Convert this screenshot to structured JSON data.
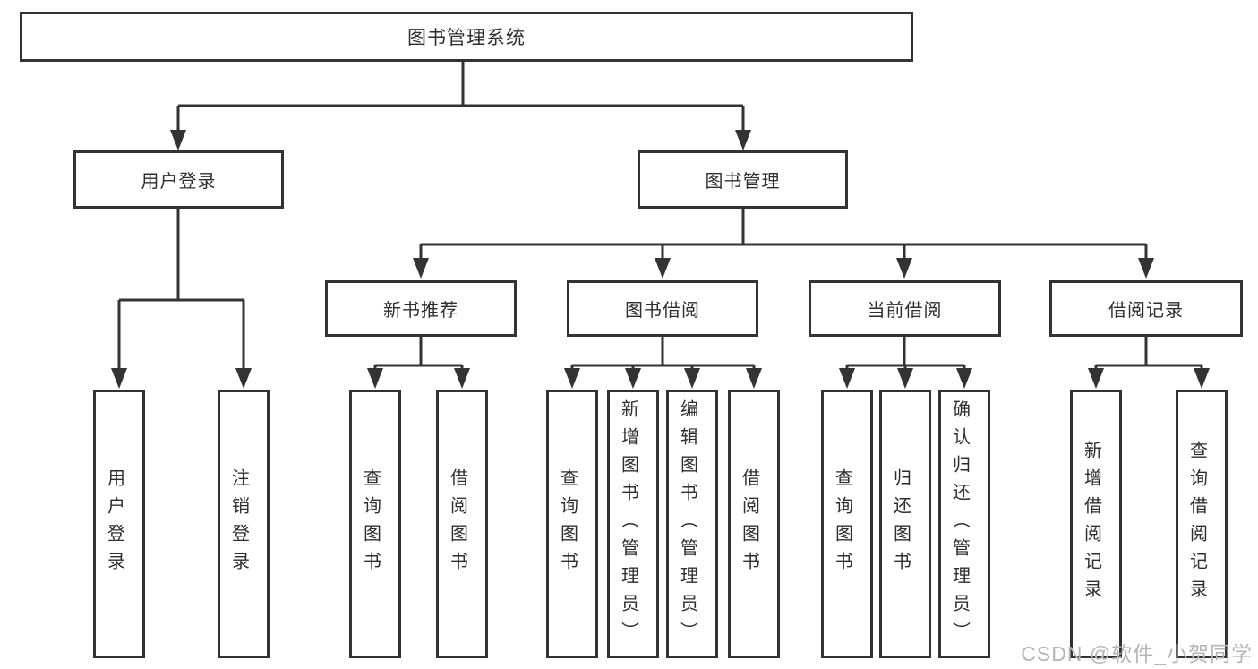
{
  "root": {
    "label": "图书管理系统"
  },
  "level2": [
    {
      "label": "用户登录"
    },
    {
      "label": "图书管理"
    }
  ],
  "level3": [
    {
      "label": "新书推荐"
    },
    {
      "label": "图书借阅"
    },
    {
      "label": "当前借阅"
    },
    {
      "label": "借阅记录"
    }
  ],
  "leaves": [
    {
      "group": "用户登录",
      "label": "用户登录"
    },
    {
      "group": "用户登录",
      "label": "注销登录"
    },
    {
      "group": "新书推荐",
      "label": "查询图书"
    },
    {
      "group": "新书推荐",
      "label": "借阅图书"
    },
    {
      "group": "图书借阅",
      "label": "查询图书"
    },
    {
      "group": "图书借阅",
      "label": "新增图书（管理员）"
    },
    {
      "group": "图书借阅",
      "label": "编辑图书（管理员）"
    },
    {
      "group": "图书借阅",
      "label": "借阅图书"
    },
    {
      "group": "当前借阅",
      "label": "查询图书"
    },
    {
      "group": "当前借阅",
      "label": "归还图书"
    },
    {
      "group": "当前借阅",
      "label": "确认归还（管理员）"
    },
    {
      "group": "借阅记录",
      "label": "新增借阅记录"
    },
    {
      "group": "借阅记录",
      "label": "查询借阅记录"
    }
  ],
  "watermark": {
    "text": "CSDN @软件_小贺同学"
  },
  "colors": {
    "line": "#333333",
    "text": "#2e2e2e",
    "background": "#ffffff",
    "watermark": "#b5b5b5"
  }
}
